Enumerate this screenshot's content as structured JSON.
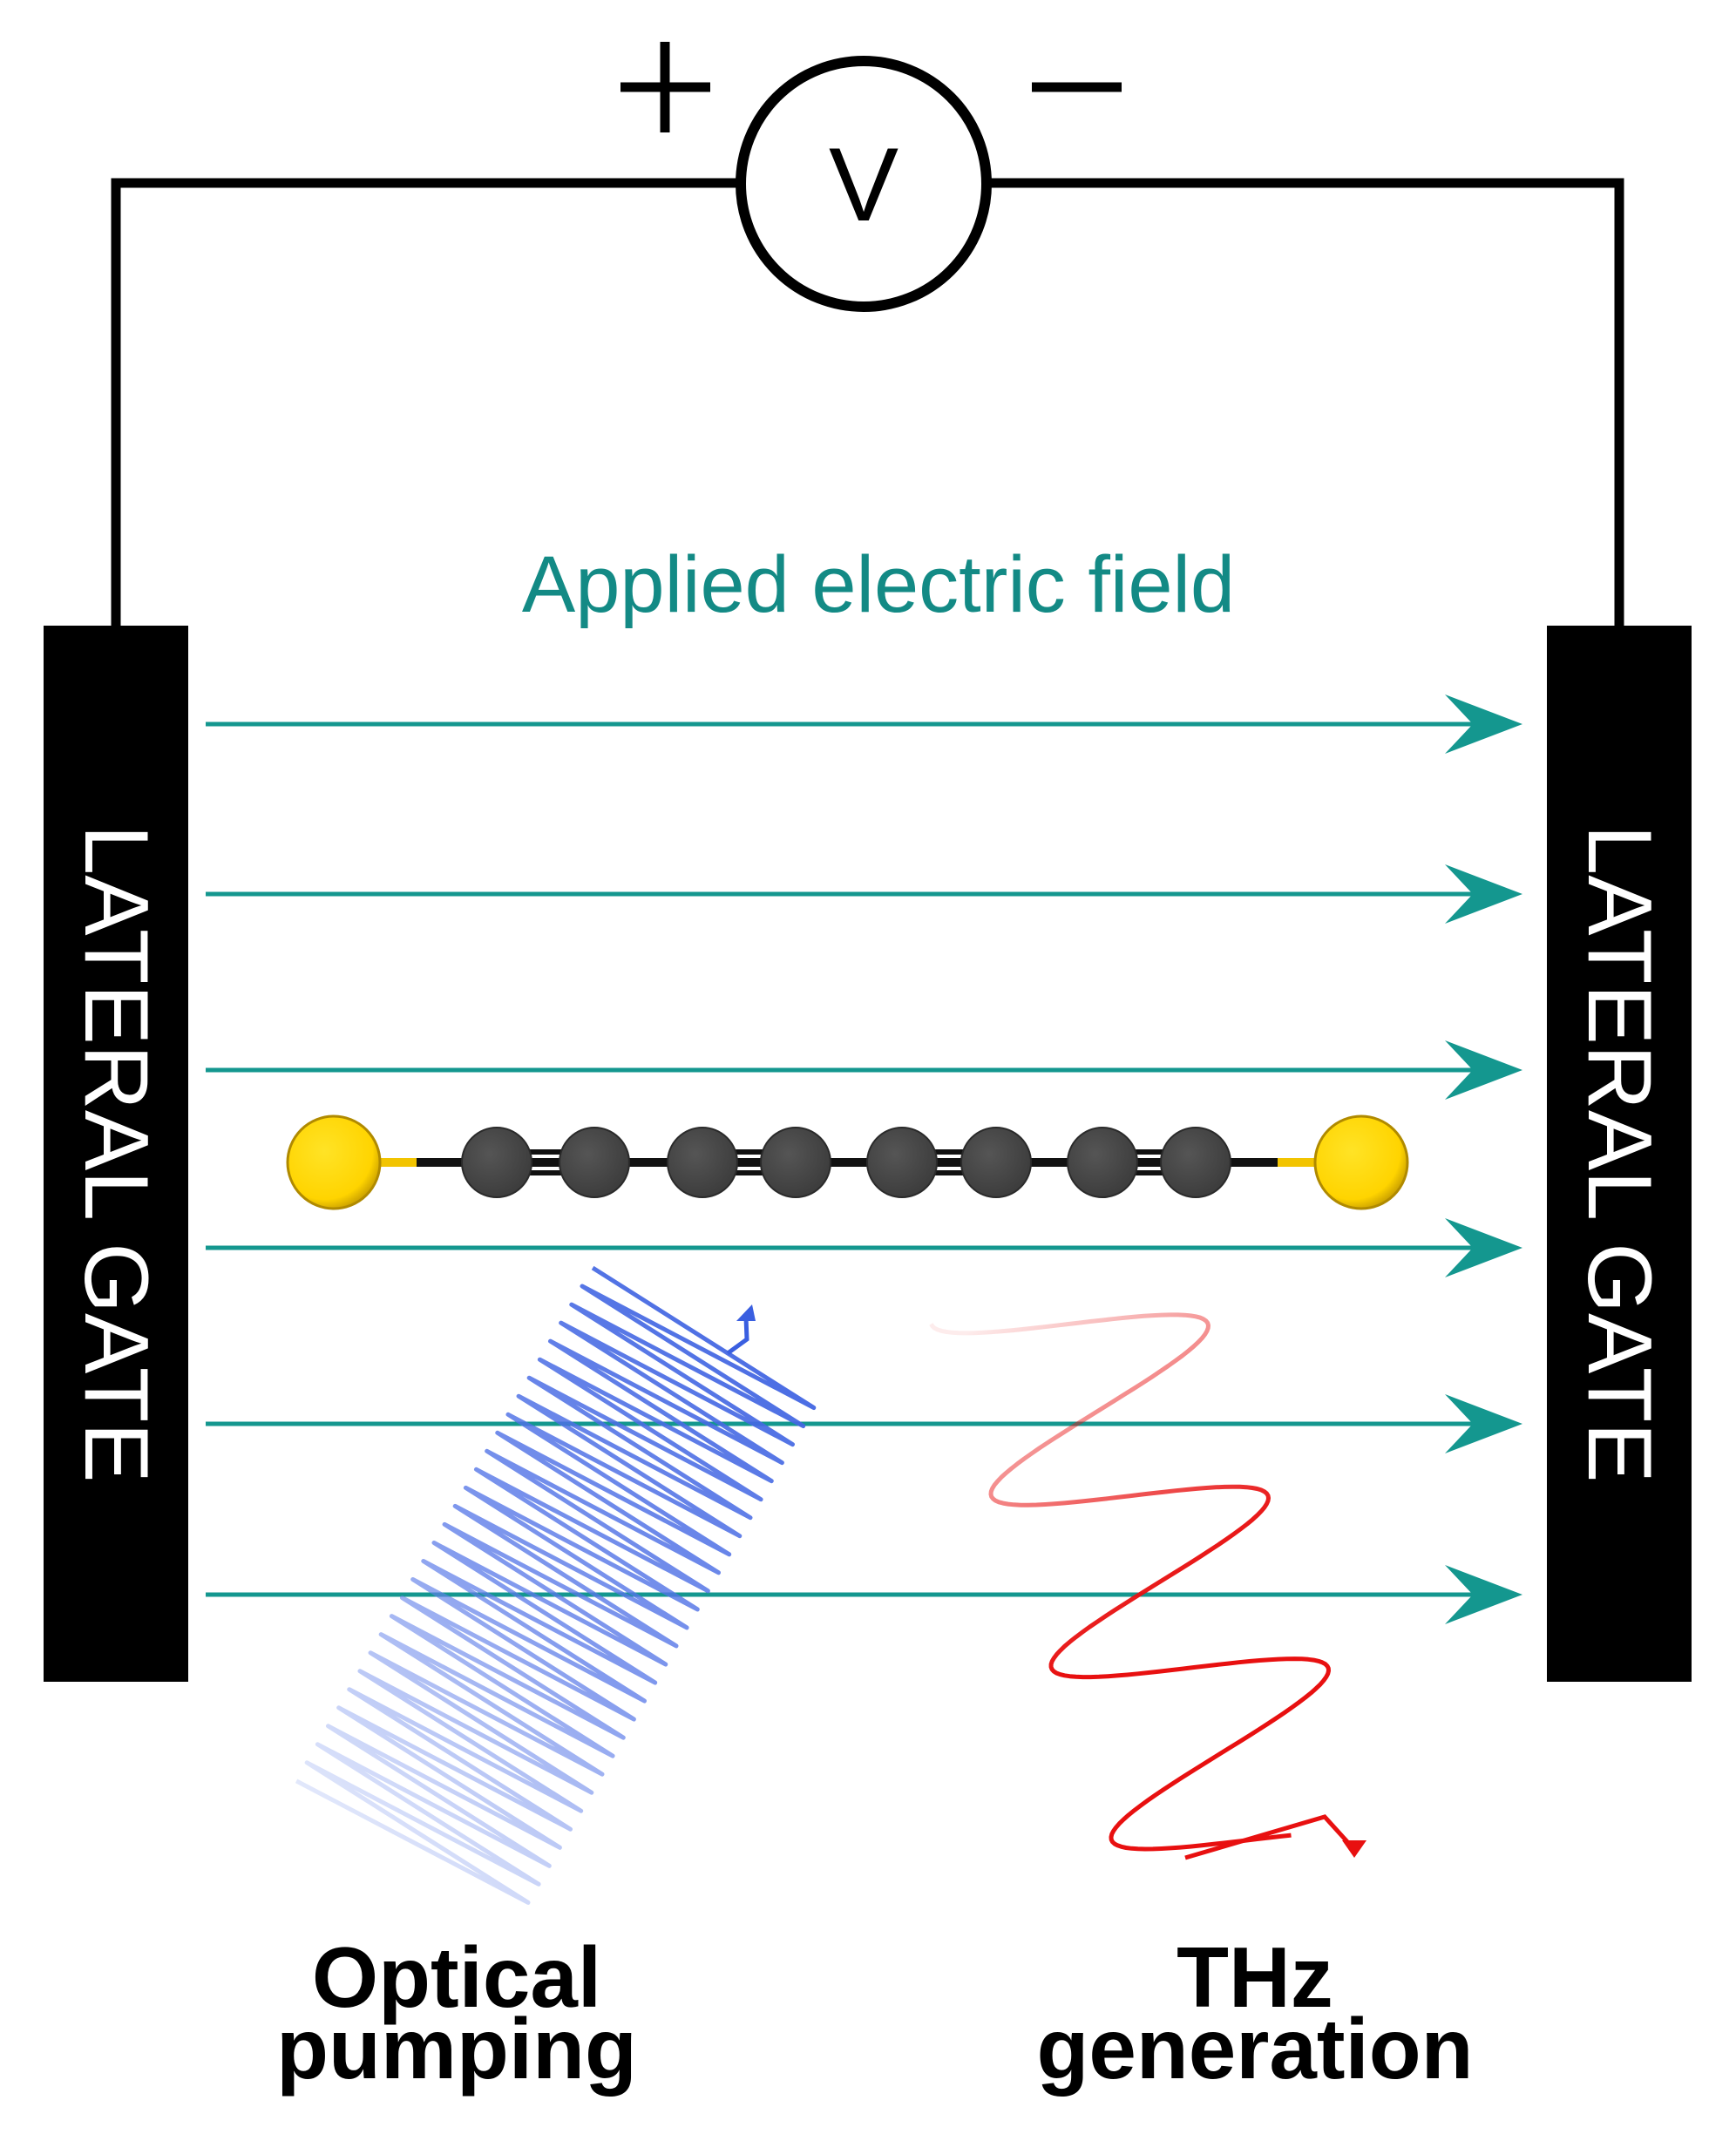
{
  "circuit": {
    "plus_sign": "+",
    "minus_sign": "−",
    "voltmeter_label": "V"
  },
  "field": {
    "title": "Applied electric field",
    "arrow_count": 6,
    "color": "#14978f"
  },
  "gates": {
    "left_label": "LATERAL GATE",
    "right_label": "LATERAL GATE",
    "color": "#000000"
  },
  "molecule": {
    "end_atom_color": "#ffd700",
    "carbon_atom_color": "#4a4a4a",
    "carbon_atom_count": 8
  },
  "labels": {
    "optical_line1": "Optical",
    "optical_line2": "pumping",
    "thz_line1": "THz",
    "thz_line2": "generation"
  },
  "colors": {
    "optical_wave": "#3a5fe0",
    "thz_wave": "#e81010"
  }
}
